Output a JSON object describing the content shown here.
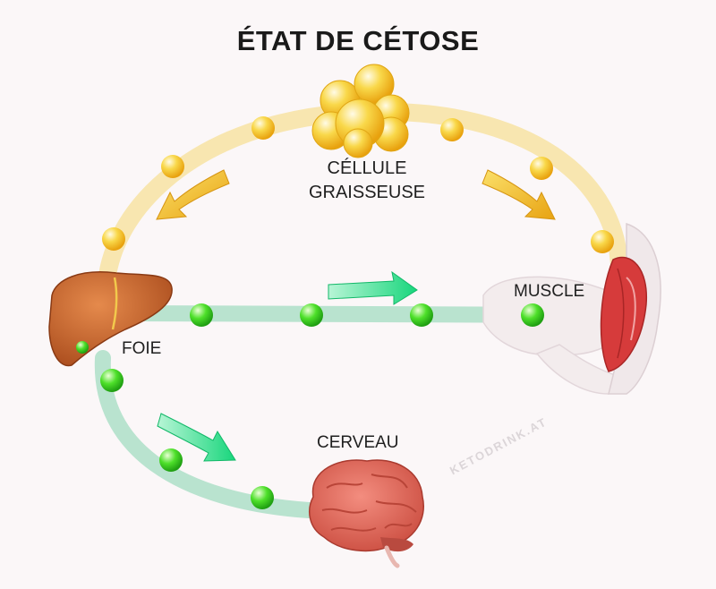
{
  "title": "ÉTAT DE CÉTOSE",
  "labels": {
    "fat_cell_line1": "CÉLLULE",
    "fat_cell_line2": "GRAISSEUSE",
    "muscle": "MUSCLE",
    "liver": "FOIE",
    "brain": "CERVEAU"
  },
  "watermark": "KETODRINK.AT",
  "colors": {
    "background": "#fbf7f8",
    "fat_path": "#f8e6b0",
    "fat_droplet": "#f6c21e",
    "fat_arrow": "#f0b21c",
    "ketone_path": "#b9e3cf",
    "ketone_droplet": "#3fd21d",
    "ketone_arrow": "#2ee08a",
    "liver": "#c9622a",
    "muscle": "#d63b3b",
    "brain": "#e2685a"
  },
  "icons": [
    "fat-cell-cluster-icon",
    "liver-icon",
    "muscle-arm-icon",
    "brain-icon",
    "fat-droplet-icon",
    "ketone-droplet-icon",
    "arrow-icon"
  ]
}
